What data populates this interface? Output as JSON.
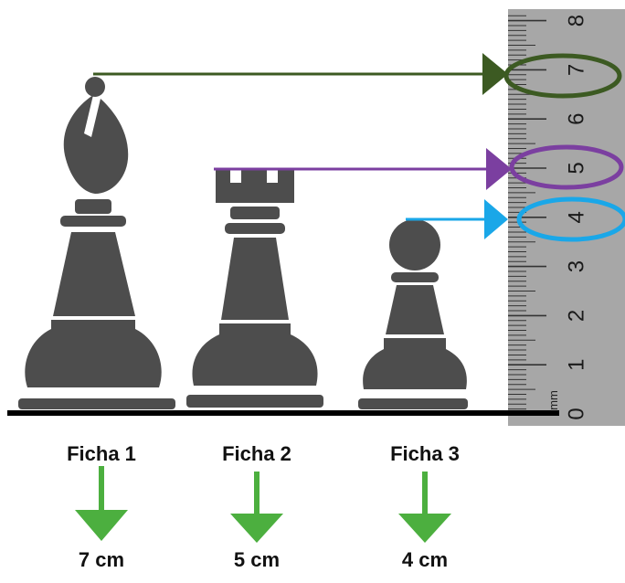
{
  "pieces": [
    {
      "name": "Ficha 1",
      "size": "7 cm",
      "height": 7,
      "color": "#3c5a22",
      "icon": "bishop-icon"
    },
    {
      "name": "Ficha 2",
      "size": "5 cm",
      "height": 5,
      "color": "#7b3fa0",
      "icon": "rook-icon"
    },
    {
      "name": "Ficha 3",
      "size": "4 cm",
      "height": 4,
      "color": "#1aa7e8",
      "icon": "pawn-icon"
    }
  ],
  "ruler": {
    "unit": "mm",
    "numbers": [
      "0",
      "1",
      "2",
      "3",
      "4",
      "5",
      "6",
      "7",
      "8"
    ]
  },
  "colors": {
    "piece": "#4d4d4d",
    "down_arrow": "#4caf3f",
    "ruler": "#a7a7a7"
  }
}
